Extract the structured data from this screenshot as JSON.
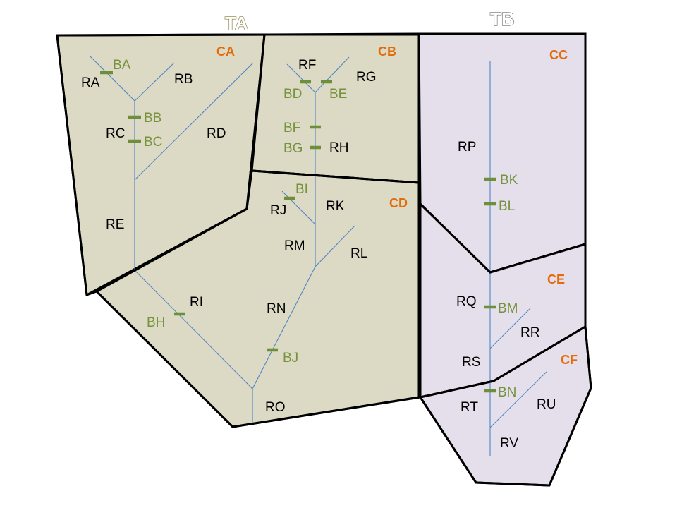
{
  "territories": [
    {
      "id": "TA",
      "label": "TA",
      "fill": "#dcd9c4",
      "outline": "#7f7a3a"
    },
    {
      "id": "TB",
      "label": "TB",
      "fill": "#e4dfea",
      "outline": "#6f6f6f"
    }
  ],
  "cells": {
    "CA": "CA",
    "CB": "CB",
    "CC": "CC",
    "CD": "CD",
    "CE": "CE",
    "CF": "CF"
  },
  "reaches": {
    "RA": "RA",
    "RB": "RB",
    "RC": "RC",
    "RD": "RD",
    "RE": "RE",
    "RF": "RF",
    "RG": "RG",
    "RH": "RH",
    "RI": "RI",
    "RJ": "RJ",
    "RK": "RK",
    "RL": "RL",
    "RM": "RM",
    "RN": "RN",
    "RO": "RO",
    "RP": "RP",
    "RQ": "RQ",
    "RR": "RR",
    "RS": "RS",
    "RT": "RT",
    "RU": "RU",
    "RV": "RV"
  },
  "bridges": {
    "BA": "BA",
    "BB": "BB",
    "BC": "BC",
    "BD": "BD",
    "BE": "BE",
    "BF": "BF",
    "BG": "BG",
    "BH": "BH",
    "BI": "BI",
    "BJ": "BJ",
    "BK": "BK",
    "BL": "BL",
    "BM": "BM",
    "BN": "BN"
  },
  "colors": {
    "river": "#4f86c6",
    "bridge": "#6e8f3a",
    "bridge_label": "#76923c",
    "cell_label": "#e36c0a",
    "boundary": "#000000"
  }
}
